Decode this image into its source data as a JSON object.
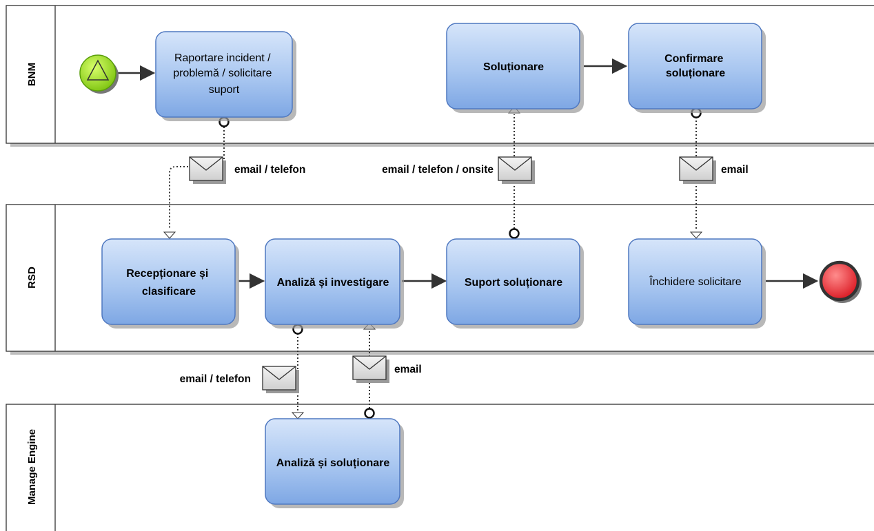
{
  "lanes": {
    "bnm": "BNM",
    "rsd": "RSD",
    "manage_engine": "Manage Engine"
  },
  "tasks": {
    "raportare": [
      "Raportare incident /",
      "problemă / solicitare",
      "suport"
    ],
    "solutionare": [
      "Soluționare"
    ],
    "confirmare": [
      "Confirmare",
      "soluționare"
    ],
    "receptionare": [
      "Recepționare și",
      "clasificare"
    ],
    "analiza_investigare": [
      "Analiză și investigare"
    ],
    "suport_solutionare": [
      "Suport soluționare"
    ],
    "inchidere": [
      "Închidere solicitare"
    ],
    "analiza_solutionare": [
      "Analiză și soluționare"
    ]
  },
  "messages": {
    "m1": "email / telefon",
    "m2": "email / telefon / onsite",
    "m3": "email",
    "m4": "email / telefon",
    "m5": "email"
  },
  "colors": {
    "task_fill_top": "#c9dcf7",
    "task_fill_bottom": "#7fa8e6",
    "task_stroke": "#5a7fc4",
    "start_event": "#9be21c",
    "end_event": "#e8323a",
    "lane_stroke": "#333333",
    "flow": "#333333"
  },
  "icons": {
    "start": "triangle-start-icon",
    "end": "end-event-icon",
    "message": "envelope-icon"
  }
}
